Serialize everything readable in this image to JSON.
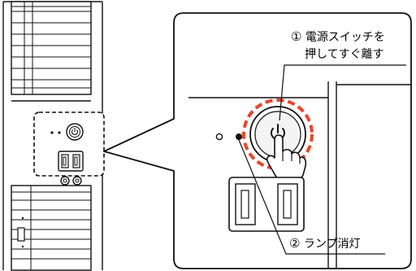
{
  "callouts": {
    "step1": {
      "number": "①",
      "line1": "電源スイッチを",
      "line2": "押してすぐ離す"
    },
    "step2": {
      "number": "②",
      "text": "ランプ消灯"
    }
  },
  "colors": {
    "outline": "#111111",
    "highlight": "#e8452c",
    "background": "#ffffff",
    "button_face": "#f4f4f4"
  },
  "icons": {
    "power": "power-icon",
    "hand": "pointing-hand-icon",
    "usb": "usb-port-icon",
    "audio": "audio-jack-icon"
  }
}
